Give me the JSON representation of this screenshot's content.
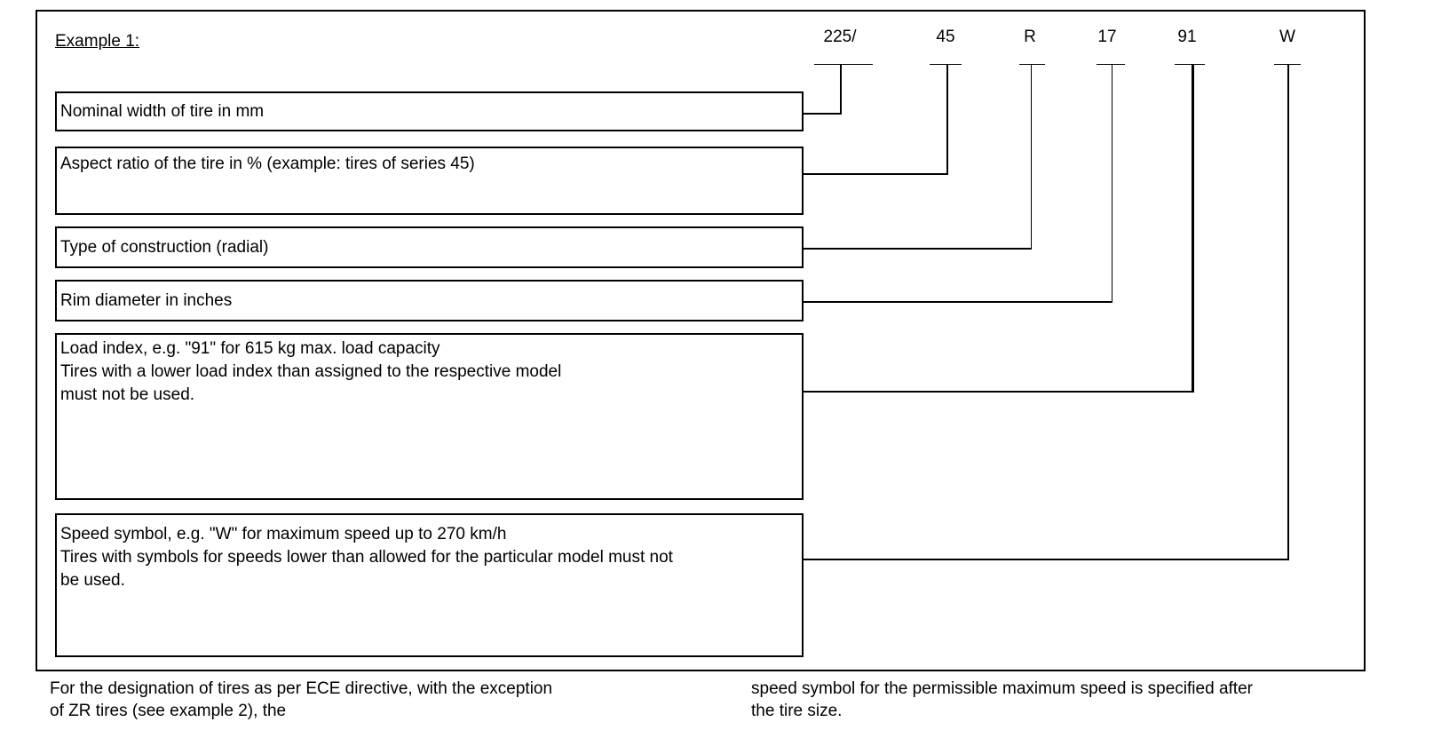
{
  "example_label": "Example 1:",
  "tire_code": {
    "segments": [
      "225/",
      "45",
      "R",
      "17",
      "91",
      "W"
    ]
  },
  "explanations": [
    {
      "lines": [
        "Nominal width of tire in mm"
      ]
    },
    {
      "lines": [
        "Aspect ratio of the tire in % (example: tires of series 45)"
      ]
    },
    {
      "lines": [
        "Type of construction (radial)"
      ]
    },
    {
      "lines": [
        "Rim diameter in inches"
      ]
    },
    {
      "lines": [
        "Load index, e.g. \"91\" for 615 kg max. load capacity",
        "Tires with a lower load index than assigned to the respective model",
        "must not be used."
      ]
    },
    {
      "lines": [
        "Speed symbol, e.g. \"W\" for maximum speed up to 270 km/h",
        "Tires with symbols for speeds lower than allowed for the particular model must not",
        "be used."
      ]
    }
  ],
  "footnote": {
    "left_lines": [
      "For the designation of tires as per ECE directive, with the exception",
      "of ZR tires (see example 2), the"
    ],
    "right_lines": [
      "speed symbol for the permissible maximum speed is specified after",
      "the tire size."
    ]
  }
}
